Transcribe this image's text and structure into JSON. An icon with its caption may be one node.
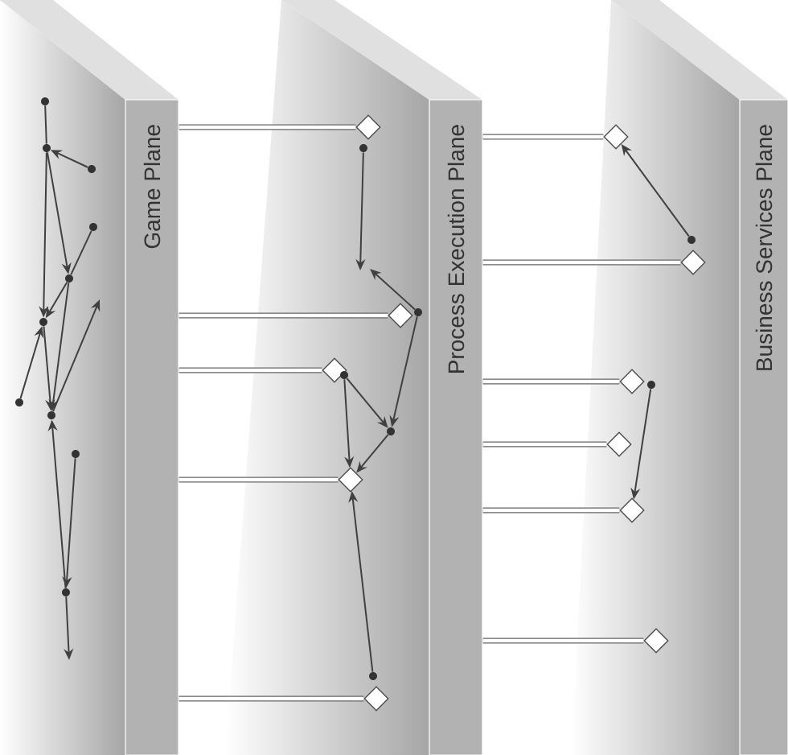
{
  "diagram": {
    "nodes": [
      {
        "text": [
          "Game Plane"
        ]
      },
      {
        "text": [
          "Process Execution Plane"
        ]
      },
      {
        "text": [
          "Business Services Plane"
        ]
      },
      {
        "text": [],
        "shape": "circle",
        "in": 0
      },
      {
        "text": [],
        "shape": "circle",
        "in": 0
      },
      {
        "text": [],
        "shape": "circle",
        "in": 0
      },
      {
        "text": [],
        "shape": "circle",
        "in": 0
      },
      {
        "text": [],
        "shape": "circle",
        "in": 0
      },
      {
        "text": [],
        "shape": "circle",
        "in": 0
      },
      {
        "text": [],
        "shape": "circle",
        "in": 0
      },
      {
        "text": [],
        "shape": "circle",
        "in": 0
      },
      {
        "text": [],
        "shape": "circle",
        "in": 0
      },
      {
        "text": [],
        "shape": "circle",
        "in": 0
      },
      {
        "text": [],
        "shape": "diamond",
        "in": 1
      },
      {
        "text": [],
        "shape": "diamond",
        "in": 1
      },
      {
        "text": [],
        "shape": "diamond",
        "in": 1
      },
      {
        "text": [],
        "shape": "diamond",
        "in": 1
      },
      {
        "text": [],
        "shape": "diamond",
        "in": 1
      },
      {
        "text": [],
        "shape": "circle",
        "in": 1
      },
      {
        "text": [],
        "shape": "circle",
        "in": 1
      },
      {
        "text": [],
        "shape": "circle",
        "in": 1
      },
      {
        "text": [],
        "shape": "circle",
        "in": 1
      },
      {
        "text": [],
        "shape": "circle",
        "in": 1
      },
      {
        "text": [],
        "shape": "diamond",
        "in": 2
      },
      {
        "text": [],
        "shape": "diamond",
        "in": 2
      },
      {
        "text": [],
        "shape": "diamond",
        "in": 2
      },
      {
        "text": [],
        "shape": "diamond",
        "in": 2
      },
      {
        "text": [],
        "shape": "diamond",
        "in": 2
      },
      {
        "text": [],
        "shape": "diamond",
        "in": 2
      },
      {
        "text": [],
        "shape": "circle",
        "in": 2
      },
      {
        "text": [],
        "shape": "circle",
        "in": 2
      }
    ],
    "edges": [
      {
        "from": 0,
        "to": 13,
        "arrow": "none",
        "style": "thick"
      },
      {
        "from": 0,
        "to": 14,
        "arrow": "none",
        "style": "thick"
      },
      {
        "from": 0,
        "to": 15,
        "arrow": "none",
        "style": "thick"
      },
      {
        "from": 0,
        "to": 16,
        "arrow": "none",
        "style": "thick"
      },
      {
        "from": 0,
        "to": 17,
        "arrow": "none",
        "style": "thick"
      },
      {
        "from": 1,
        "to": 23,
        "arrow": "none",
        "style": "thick"
      },
      {
        "from": 1,
        "to": 24,
        "arrow": "none",
        "style": "thick"
      },
      {
        "from": 1,
        "to": 25,
        "arrow": "none",
        "style": "thick"
      },
      {
        "from": 1,
        "to": 26,
        "arrow": "none",
        "style": "thick"
      },
      {
        "from": 1,
        "to": 27,
        "arrow": "none",
        "style": "thick"
      },
      {
        "from": 1,
        "to": 28,
        "arrow": "none",
        "style": "thick"
      },
      {
        "from": 3,
        "to": 4,
        "arrow": "none"
      },
      {
        "from": 5,
        "to": 4,
        "arrow": "to"
      },
      {
        "from": 4,
        "to": 7,
        "arrow": "to"
      },
      {
        "from": 6,
        "to": 7,
        "arrow": "none"
      },
      {
        "from": 7,
        "to": 8,
        "arrow": "to"
      },
      {
        "from": 4,
        "to": 8,
        "arrow": "to"
      },
      {
        "from": 9,
        "to": 8,
        "arrow": "to"
      },
      {
        "from": 7,
        "to": 10,
        "arrow": "to"
      },
      {
        "from": 8,
        "to": 10,
        "arrow": "to"
      },
      {
        "from": 10,
        "to": null,
        "arrow": "to"
      },
      {
        "from": 12,
        "to": 10,
        "arrow": "to"
      },
      {
        "from": 11,
        "to": 12,
        "arrow": "to"
      },
      {
        "from": 12,
        "to": null,
        "arrow": "to"
      },
      {
        "from": 18,
        "to": null,
        "arrow": "to"
      },
      {
        "from": 19,
        "to": null,
        "arrow": "to"
      },
      {
        "from": 19,
        "to": 21,
        "arrow": "to"
      },
      {
        "from": 20,
        "to": 21,
        "arrow": "to"
      },
      {
        "from": 21,
        "to": 16,
        "arrow": "to"
      },
      {
        "from": 20,
        "to": 16,
        "arrow": "to"
      },
      {
        "from": 22,
        "to": 16,
        "arrow": "to"
      },
      {
        "from": 29,
        "to": 23,
        "arrow": "to"
      },
      {
        "from": 30,
        "to": 27,
        "arrow": "to"
      }
    ]
  }
}
